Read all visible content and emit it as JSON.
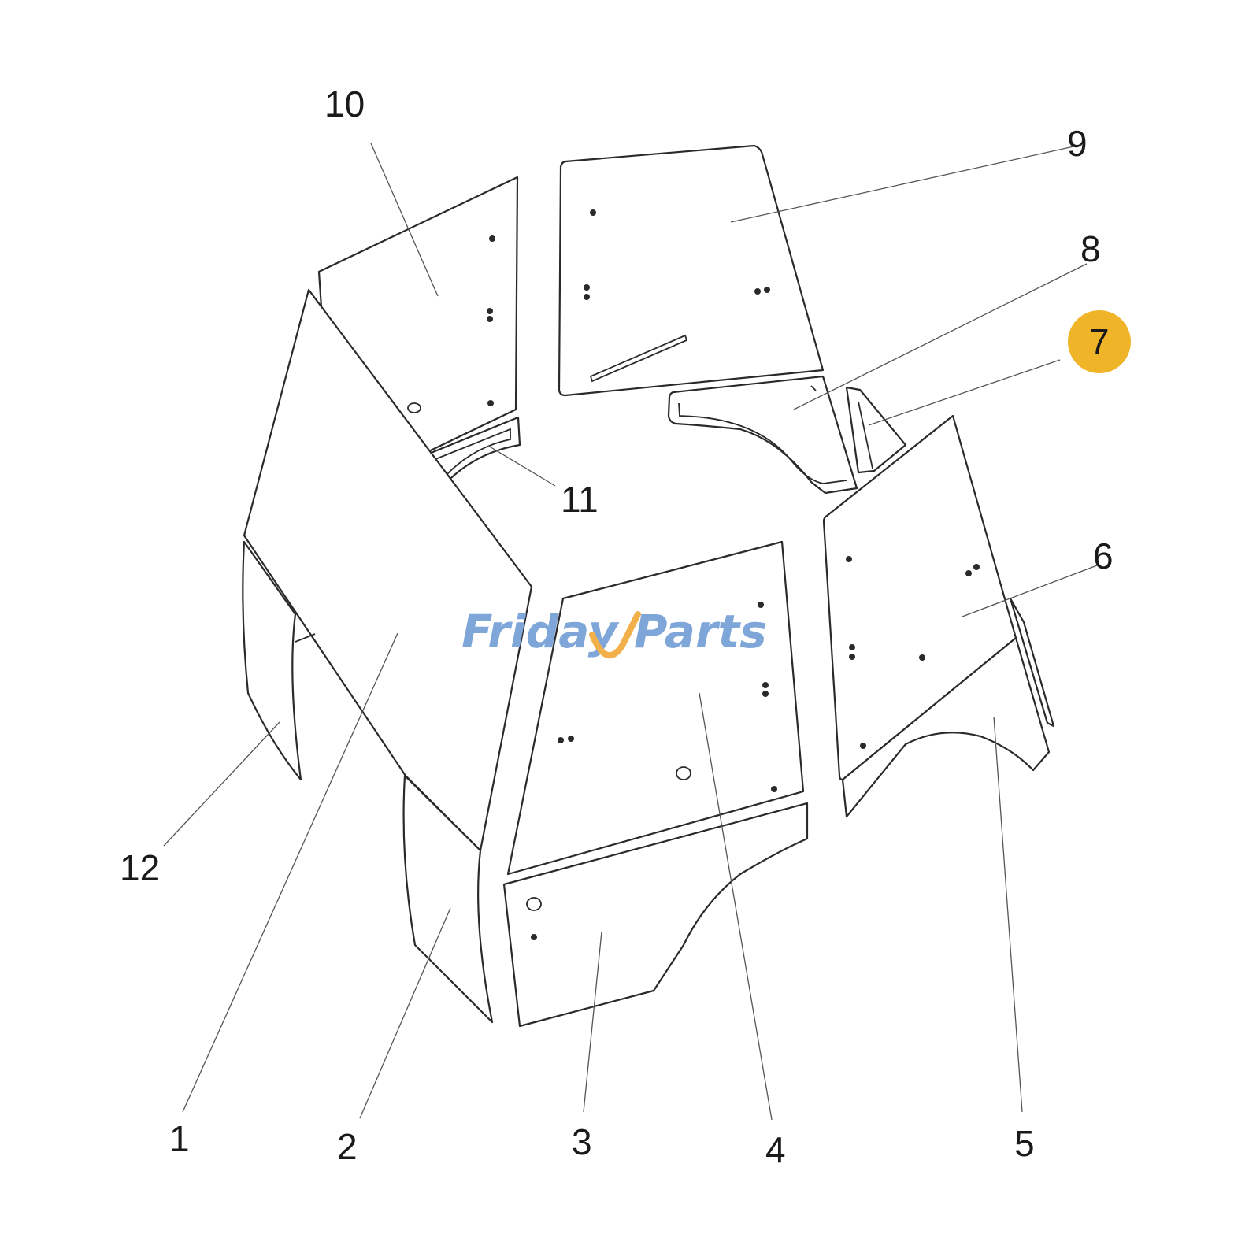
{
  "brand": {
    "watermark_left": "Friday",
    "watermark_right": "Parts",
    "color_primary": "#7ea6d8",
    "color_accent": "#f1b04a"
  },
  "highlight_color": "#f0b428",
  "callouts": [
    {
      "id": "1",
      "label": "1"
    },
    {
      "id": "2",
      "label": "2"
    },
    {
      "id": "3",
      "label": "3"
    },
    {
      "id": "4",
      "label": "4"
    },
    {
      "id": "5",
      "label": "5"
    },
    {
      "id": "6",
      "label": "6"
    },
    {
      "id": "7",
      "label": "7",
      "highlighted": true
    },
    {
      "id": "8",
      "label": "8"
    },
    {
      "id": "9",
      "label": "9"
    },
    {
      "id": "10",
      "label": "10"
    },
    {
      "id": "11",
      "label": "11"
    },
    {
      "id": "12",
      "label": "12"
    }
  ]
}
